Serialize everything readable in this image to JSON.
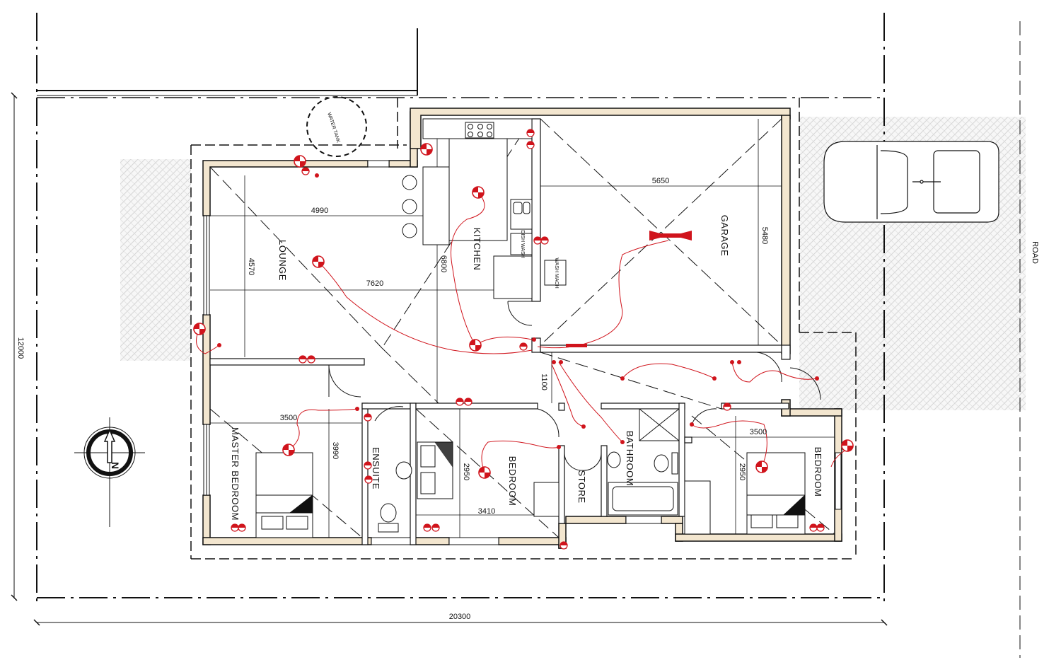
{
  "site": {
    "overall_width": "20300",
    "overall_depth": "12000",
    "road_label": "ROAD",
    "water_tank_label": "WATER TANK"
  },
  "rooms": {
    "lounge": "LOUNGE",
    "kitchen": "KITCHEN",
    "garage": "GARAGE",
    "master_bedroom": "MASTER BEDROOM",
    "ensuite": "ENSUITE",
    "bedroom_2": "BEDROOM",
    "store": "STORE",
    "bathroom": "BATHROOM",
    "bedroom_3": "BEDROOM"
  },
  "dimensions": {
    "lounge_width": "4990",
    "lounge_depth": "4570",
    "living_length": "7620",
    "kitchen_depth": "6800",
    "garage_width": "5650",
    "garage_depth": "5480",
    "hall_width": "1100",
    "master_width": "3500",
    "master_depth": "3990",
    "bed2_depth": "2950",
    "bed2_width": "3410",
    "bed3_width": "3500",
    "bed3_depth": "2950"
  },
  "fixtures": {
    "wash_machine": "WASH MACH",
    "dish_washer": "DISH WASH"
  },
  "compass": {
    "north_label": "N"
  },
  "colors": {
    "wall_fill": "#f3e6cf",
    "wall_line": "#111111",
    "electrical": "#d0141c",
    "paving": "#e4e4e4"
  }
}
